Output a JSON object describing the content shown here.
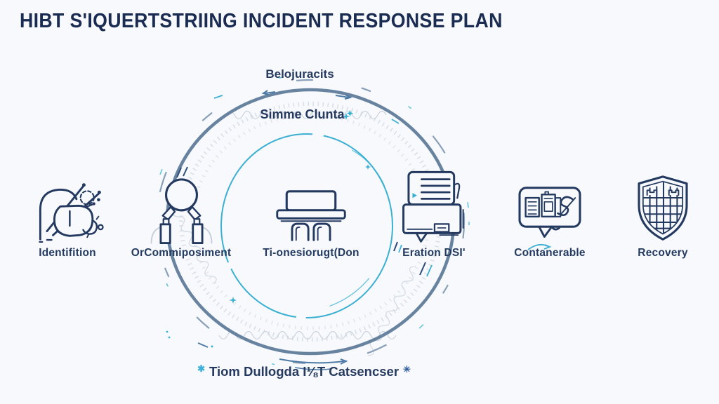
{
  "page": {
    "title": "HIBT S'IQUERTSTRIING INCIDENT RESPONSE PLAN"
  },
  "diagram": {
    "top_caption": "Belojuracits",
    "circle_caption": "Simme Clunta",
    "circle_caption_sparkle": "✦",
    "bottom_caption": "Tiom Dullogda I⅛T Catsencser",
    "bottom_caption_lead_sparkle": "✱",
    "bottom_caption_trail_sparkle": "✳"
  },
  "stages": [
    {
      "label": "Identifition",
      "icon": "search-analysis-icon"
    },
    {
      "label": "OrCommiposiment",
      "icon": "figure-pillars-icon"
    },
    {
      "label": "Ti-onesiorugt(Don",
      "icon": "bench-table-icon"
    },
    {
      "label": "Eration DSI'",
      "icon": "printer-message-icon"
    },
    {
      "label": "Contanerable",
      "icon": "chat-device-icon"
    },
    {
      "label": "Recovery",
      "icon": "shield-grid-icon"
    }
  ],
  "colors": {
    "background": "#f7f9fc",
    "title_navy": "#1b2c52",
    "icon_navy": "#24395f",
    "ring_steel_blue": "#68839f",
    "accent_cyan": "#38b2d4",
    "texture_grey": "#ccd4de"
  }
}
